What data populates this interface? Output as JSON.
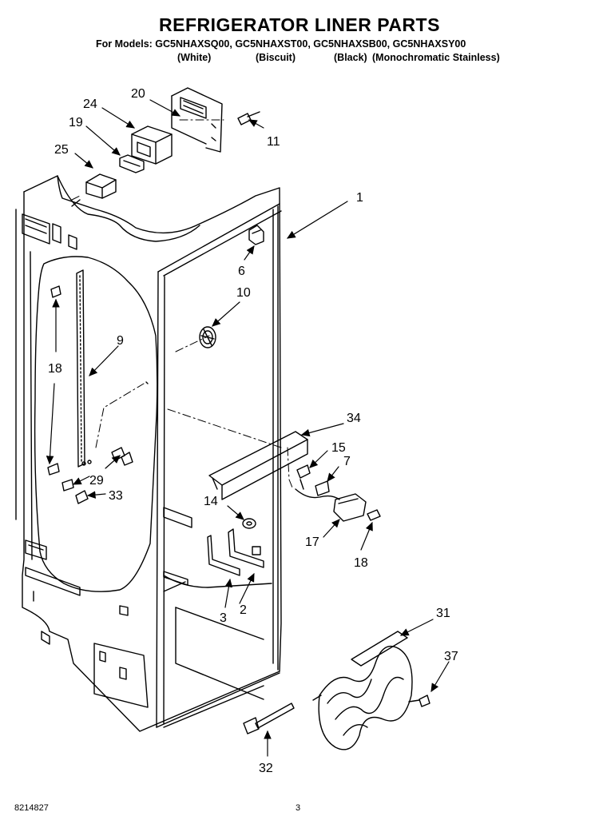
{
  "header": {
    "title": "REFRIGERATOR LINER PARTS",
    "models": "For Models: GC5NHAXSQ00, GC5NHAXST00, GC5NHAXSB00, GC5NHAXSY00",
    "variants": [
      "(White)",
      "(Biscuit)",
      "(Black)",
      "(Monochromatic Stainless)"
    ]
  },
  "callouts": {
    "c1": "1",
    "c2": "2",
    "c3": "3",
    "c6": "6",
    "c7": "7",
    "c9": "9",
    "c10": "10",
    "c11": "11",
    "c14": "14",
    "c15": "15",
    "c17": "17",
    "c18a": "18",
    "c18b": "18",
    "c19": "19",
    "c20": "20",
    "c24": "24",
    "c25": "25",
    "c29": "29",
    "c31": "31",
    "c32": "32",
    "c33": "33",
    "c34": "34",
    "c37": "37"
  },
  "footer": {
    "doc_number": "8214827",
    "page_number": "3"
  }
}
